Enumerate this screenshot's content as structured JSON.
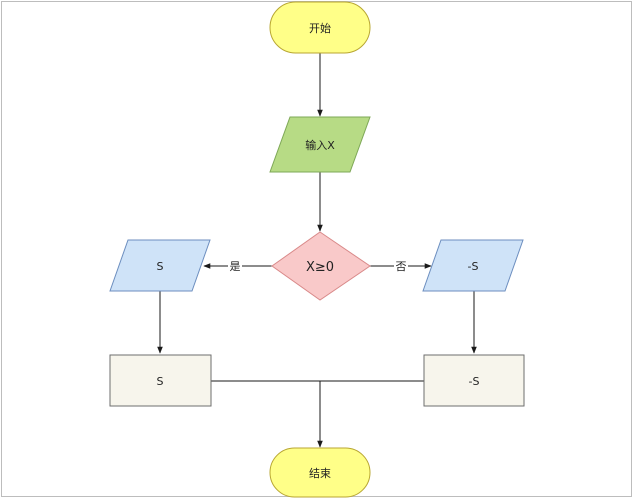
{
  "diagram": {
    "nodes": {
      "start": {
        "label": "开始",
        "fill": "#ffff88",
        "stroke": "#b8a632"
      },
      "input": {
        "label": "输入X",
        "fill": "#b7db85",
        "stroke": "#7ea857"
      },
      "decision": {
        "label": "X≥0",
        "fill": "#f9c9c9",
        "stroke": "#d98989"
      },
      "left_io": {
        "label": "S",
        "fill": "#cfe3f8",
        "stroke": "#6c8ebf"
      },
      "right_io": {
        "label": "-S",
        "fill": "#cfe3f8",
        "stroke": "#6c8ebf"
      },
      "left_process": {
        "label": "S",
        "fill": "#f7f5ec",
        "stroke": "#6e6e6e"
      },
      "right_process": {
        "label": "-S",
        "fill": "#f7f5ec",
        "stroke": "#6e6e6e"
      },
      "end": {
        "label": "结束",
        "fill": "#ffff88",
        "stroke": "#b8a632"
      }
    },
    "edges": {
      "yes_label": "是",
      "no_label": "否"
    },
    "line_color": "#1a1a1a"
  }
}
